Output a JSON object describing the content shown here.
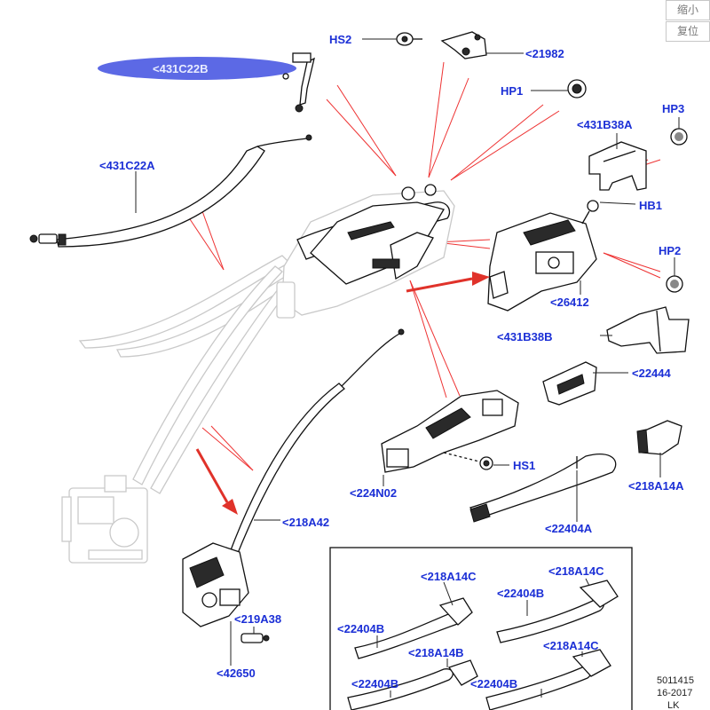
{
  "controls": {
    "zoom_out": "缩小",
    "reset": "复位"
  },
  "labels": {
    "hs2": "HS2",
    "p21982": "<21982",
    "p431C22B": "<431C22B",
    "hp1": "HP1",
    "hp3": "HP3",
    "p431B38A": "<431B38A",
    "p431C22A": "<431C22A",
    "hb1": "HB1",
    "hp2": "HP2",
    "p26412": "<26412",
    "p431B38B": "<431B38B",
    "p22444": "<22444",
    "hs1": "HS1",
    "p224N02": "<224N02",
    "p218A14A": "<218A14A",
    "p218A42": "<218A42",
    "p22404A": "<22404A",
    "p219A38": "<219A38",
    "p42650": "<42650",
    "p218A14C_1": "<218A14C",
    "p218A14C_2": "<218A14C",
    "p22404B_1": "<22404B",
    "p22404B_2": "<22404B",
    "p22404B_3": "<22404B",
    "p22404B_4": "<22404B",
    "p218A14B": "<218A14B",
    "p218A14C_3": "<218A14C"
  },
  "reference": {
    "number": "5011415",
    "date": "16-2017",
    "code": "LK"
  },
  "colors": {
    "label": "#1b2fd6",
    "highlight": "#3f4fe0",
    "guide_lines": "#e33333",
    "arrow": "#e0322a"
  }
}
